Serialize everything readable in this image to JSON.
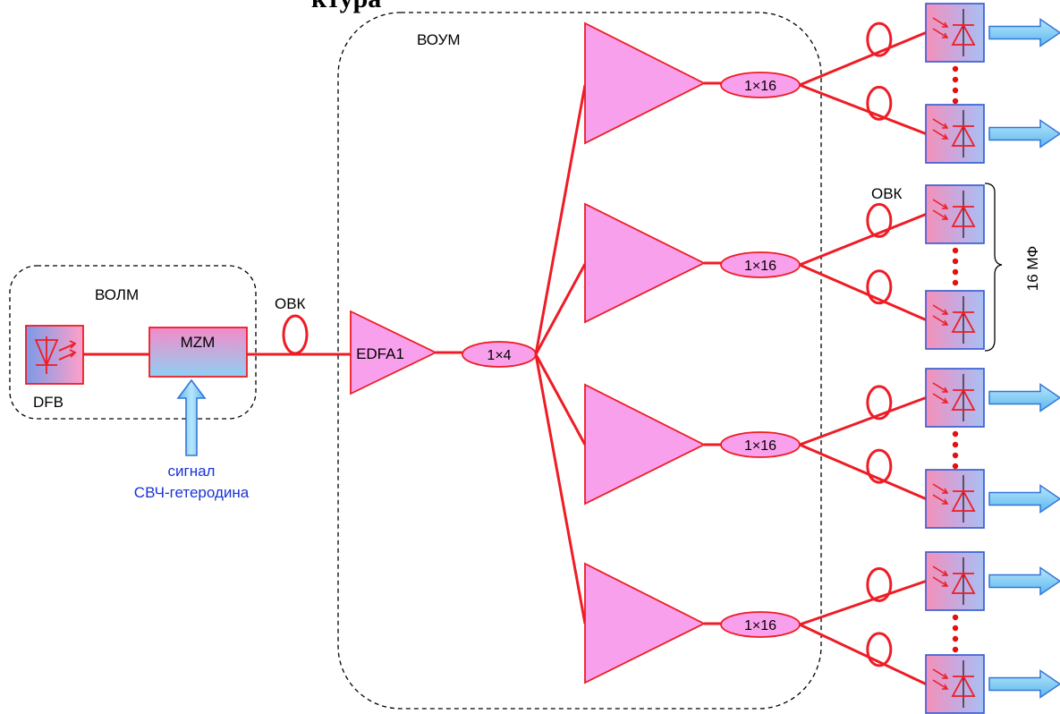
{
  "colors": {
    "fiber": "#ee1c25",
    "amplifier_fill": "#f9a0ec",
    "splitter_fill": "#f9a0ec",
    "box_outline": "#ee1c25",
    "laser_blue": "#7b9ae8",
    "laser_pink": "#ffa0c8",
    "detector_blue": "#a9c0f2",
    "detector_pink": "#f590b8",
    "output_arrow": "#7fd0f4",
    "output_arrow_stroke": "#3575d6",
    "input_arrow": "#8cd2f5",
    "caption_blue": "#1a33d8",
    "dots": "#e41010",
    "dashed_border": "#000000"
  },
  "labels": {
    "title_fragment": "ктура",
    "volm": "ВОЛМ",
    "voum": "ВОУМ",
    "dfb": "DFB",
    "mzm": "MZM",
    "ovk_input": "ОВК",
    "ovk_group": "ОВК",
    "edfa": "EDFA1",
    "splitter_1x4": "1×4",
    "splitter_1x16": [
      "1×16",
      "1×16",
      "1×16",
      "1×16"
    ],
    "bracket_label": "16 МФ",
    "signal_line1": "сигнал",
    "signal_line2": "СВЧ-гетеродина"
  },
  "icons": {
    "laser": "laser-diode-icon",
    "detector": "photodiode-icon",
    "fiber_coil": "fiber-coil-icon",
    "output": "output-arrow-icon",
    "input": "input-arrow-icon"
  }
}
